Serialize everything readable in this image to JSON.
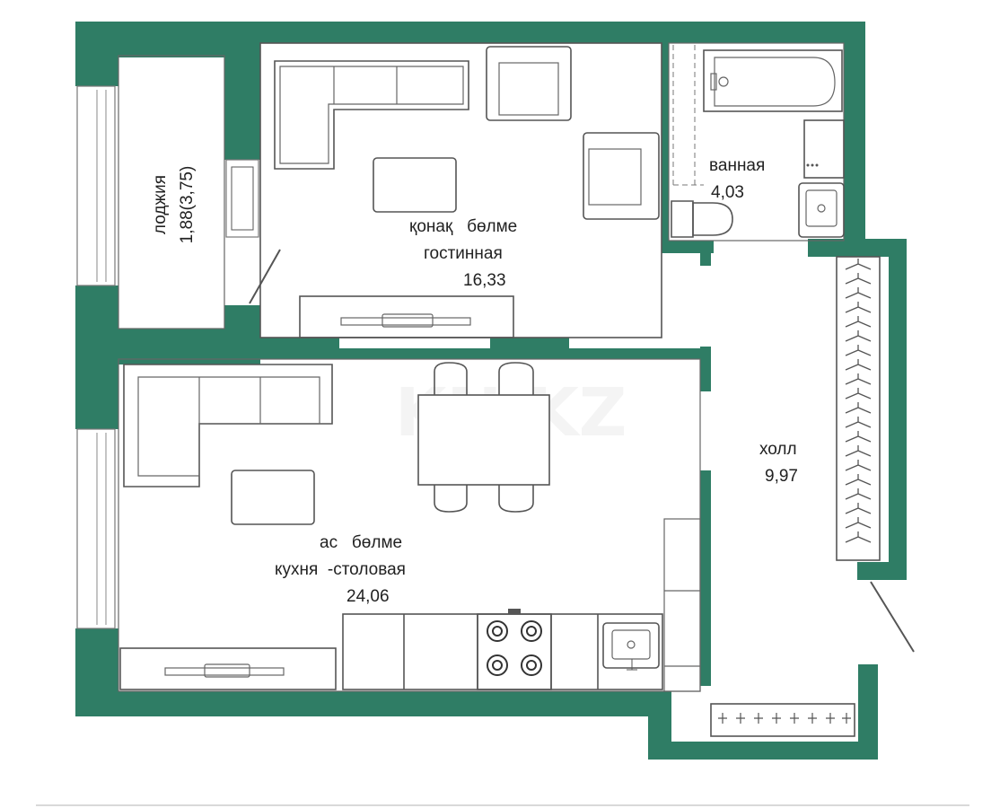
{
  "colors": {
    "wall": "#2f7d65",
    "background": "#ffffff",
    "furniture_stroke": "#555555"
  },
  "watermark": "KN.KZ",
  "rooms": {
    "loggia": {
      "name": "лоджия",
      "area": "1,88(3,75)"
    },
    "living": {
      "name_kz": "қонақ   бөлме",
      "name_ru": "гостинная",
      "area": "16,33"
    },
    "bath": {
      "name": "ванная",
      "area": "4,03"
    },
    "hall": {
      "name": "холл",
      "area": "9,97"
    },
    "kitchen": {
      "name_kz": "ас   бөлме",
      "name_ru": "кухня  -столовая",
      "area": "24,06"
    }
  }
}
